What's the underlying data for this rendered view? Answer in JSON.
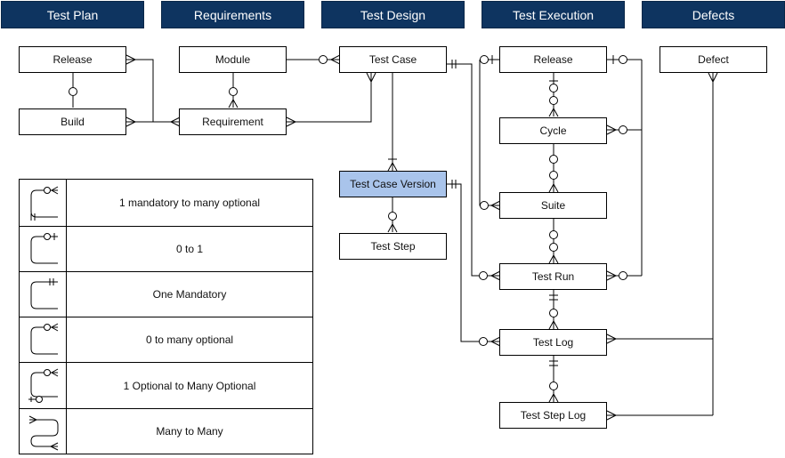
{
  "headers": [
    {
      "id": "test-plan",
      "label": "Test Plan"
    },
    {
      "id": "requirements",
      "label": "Requirements"
    },
    {
      "id": "test-design",
      "label": "Test Design"
    },
    {
      "id": "test-execution",
      "label": "Test Execution"
    },
    {
      "id": "defects",
      "label": "Defects"
    }
  ],
  "entities": {
    "release_plan": "Release",
    "build": "Build",
    "module": "Module",
    "requirement": "Requirement",
    "test_case": "Test Case",
    "test_case_version": "Test Case Version",
    "test_step": "Test Step",
    "release_exec": "Release",
    "cycle": "Cycle",
    "suite": "Suite",
    "test_run": "Test Run",
    "test_log": "Test Log",
    "test_step_log": "Test Step Log",
    "defect": "Defect"
  },
  "legend": [
    {
      "text": "1 mandatory to many optional"
    },
    {
      "text": "0 to 1"
    },
    {
      "text": "One Mandatory"
    },
    {
      "text": "0 to many optional"
    },
    {
      "text": "1 Optional to Many Optional"
    },
    {
      "text": "Many to Many"
    }
  ],
  "colors": {
    "header_bg": "#0e3460",
    "highlight": "#a9c4eb",
    "line": "#000000"
  }
}
